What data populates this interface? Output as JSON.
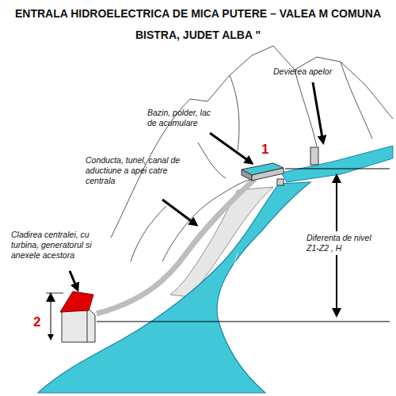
{
  "diagram": {
    "title": "ENTRALA HIDROELECTRICA DE MICA PUTERE – VALEA M COMUNA BISTRA, JUDET ALBA \"",
    "labels": [
      "Devierea apelor",
      "Bazin, polder, lac de acumulare",
      "1",
      "Conducta, tunel, canal de aductiune a apei catre centrala",
      "Cladirea centralei, cu turbina, generatorul si anexele acestora",
      "2",
      "Diferenta de nivel Z1-Z2 , H"
    ]
  }
}
